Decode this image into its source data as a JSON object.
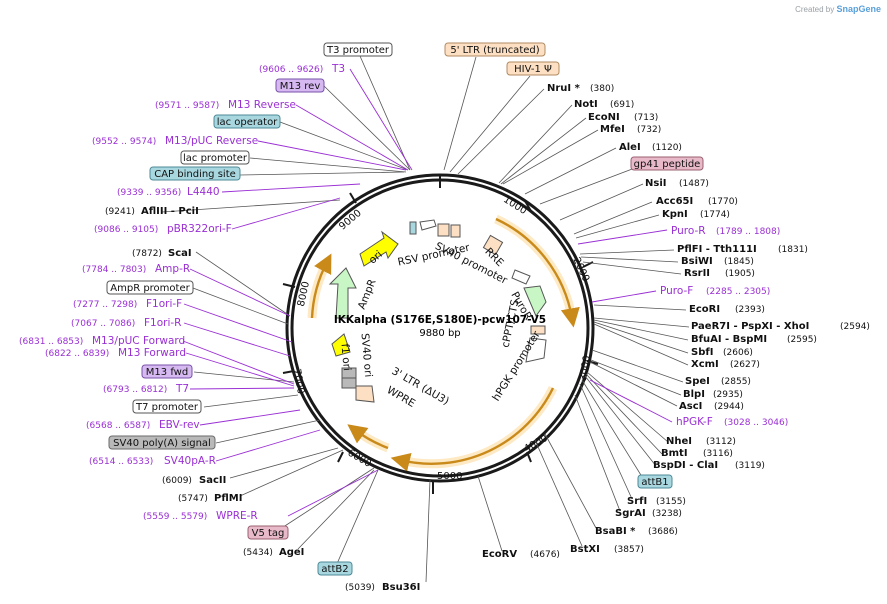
{
  "credit": {
    "prefix": "Created by",
    "brand": "SnapGene"
  },
  "plasmid": {
    "name": "IKKalpha (S176E,S180E)-pcw107-V5",
    "size_label": "9880 bp",
    "length": 9880
  },
  "colors": {
    "primer": "#9a2fd4",
    "ring": "#1a1a1a",
    "lead": "#444444"
  },
  "ticks": [
    "1000",
    "2000",
    "3000",
    "4000",
    "5000",
    "6000",
    "7000",
    "8000",
    "9000"
  ],
  "boxed_labels": [
    {
      "text": "T3 promoter",
      "fill": "#ffffff",
      "stroke": "#555555"
    },
    {
      "text": "5' LTR (truncated)",
      "fill": "#fde0c3",
      "stroke": "#b08a60"
    },
    {
      "text": "HIV-1 Ψ",
      "fill": "#fde0c3",
      "stroke": "#b08a60"
    },
    {
      "text": "M13 rev",
      "fill": "#d7b9f2",
      "stroke": "#7a52a8"
    },
    {
      "text": "lac operator",
      "fill": "#a9d7e0",
      "stroke": "#4c8a96"
    },
    {
      "text": "lac promoter",
      "fill": "#ffffff",
      "stroke": "#555555"
    },
    {
      "text": "CAP binding site",
      "fill": "#a9d7e0",
      "stroke": "#4c8a96"
    },
    {
      "text": "gp41 peptide",
      "fill": "#e8b9c8",
      "stroke": "#9a6070"
    },
    {
      "text": "AmpR promoter",
      "fill": "#ffffff",
      "stroke": "#555555"
    },
    {
      "text": "M13 fwd",
      "fill": "#d7b9f2",
      "stroke": "#7a52a8"
    },
    {
      "text": "T7 promoter",
      "fill": "#ffffff",
      "stroke": "#555555"
    },
    {
      "text": "SV40 poly(A) signal",
      "fill": "#b9b9b9",
      "stroke": "#6a6a6a"
    },
    {
      "text": "V5 tag",
      "fill": "#e8b9c8",
      "stroke": "#9a6070"
    },
    {
      "text": "attB2",
      "fill": "#a9d7e0",
      "stroke": "#4c8a96"
    },
    {
      "text": "attB1",
      "fill": "#a9d7e0",
      "stroke": "#4c8a96"
    }
  ],
  "sites": [
    {
      "name": "NruI *",
      "pos": "(380)"
    },
    {
      "name": "NotI",
      "pos": "(691)"
    },
    {
      "name": "EcoNI",
      "pos": "(713)"
    },
    {
      "name": "MfeI",
      "pos": "(732)"
    },
    {
      "name": "AleI",
      "pos": "(1120)"
    },
    {
      "name": "NsiI",
      "pos": "(1487)"
    },
    {
      "name": "Acc65I",
      "pos": "(1770)"
    },
    {
      "name": "KpnI",
      "pos": "(1774)"
    },
    {
      "name": "PflFI - Tth111I",
      "pos": "(1831)"
    },
    {
      "name": "BsiWI",
      "pos": "(1845)"
    },
    {
      "name": "RsrII",
      "pos": "(1905)"
    },
    {
      "name": "EcoRI",
      "pos": "(2393)"
    },
    {
      "name": "PaeR7I - PspXI - XhoI",
      "pos": "(2594)"
    },
    {
      "name": "BfuAI - BspMI",
      "pos": "(2595)"
    },
    {
      "name": "SbfI",
      "pos": "(2606)"
    },
    {
      "name": "XcmI",
      "pos": "(2627)"
    },
    {
      "name": "SpeI",
      "pos": "(2855)"
    },
    {
      "name": "BlpI",
      "pos": "(2935)"
    },
    {
      "name": "AscI",
      "pos": "(2944)"
    },
    {
      "name": "NheI",
      "pos": "(3112)"
    },
    {
      "name": "BmtI",
      "pos": "(3116)"
    },
    {
      "name": "BspDI - ClaI",
      "pos": "(3119)"
    },
    {
      "name": "SrfI",
      "pos": "(3155)"
    },
    {
      "name": "SgrAI",
      "pos": "(3238)"
    },
    {
      "name": "BsaBI *",
      "pos": "(3686)"
    },
    {
      "name": "BstXI",
      "pos": "(3857)"
    },
    {
      "name": "EcoRV",
      "pos": "(4676)"
    },
    {
      "name": "Bsu36I",
      "pos": "(5039)"
    },
    {
      "name": "AgeI",
      "pos": "(5434)"
    },
    {
      "name": "PflMI",
      "pos": "(5747)"
    },
    {
      "name": "SacII",
      "pos": "(6009)"
    },
    {
      "name": "ScaI",
      "pos": "(7872)"
    },
    {
      "name": "AflIII - PciI",
      "pos": "(9241)"
    }
  ],
  "primers": [
    {
      "name": "T3",
      "pos": "(9606 .. 9626)"
    },
    {
      "name": "M13 Reverse",
      "pos": "(9571 .. 9587)"
    },
    {
      "name": "M13/pUC Reverse",
      "pos": "(9552 .. 9574)"
    },
    {
      "name": "L4440",
      "pos": "(9339 .. 9356)"
    },
    {
      "name": "pBR322ori-F",
      "pos": "(9086 .. 9105)"
    },
    {
      "name": "Amp-R",
      "pos": "(7784 .. 7803)"
    },
    {
      "name": "F1ori-F",
      "pos": "(7277 .. 7298)"
    },
    {
      "name": "F1ori-R",
      "pos": "(7067 .. 7086)"
    },
    {
      "name": "M13/pUC Forward",
      "pos": "(6831 .. 6853)"
    },
    {
      "name": "M13 Forward",
      "pos": "(6822 .. 6839)"
    },
    {
      "name": "T7",
      "pos": "(6793 .. 6812)"
    },
    {
      "name": "EBV-rev",
      "pos": "(6568 .. 6587)"
    },
    {
      "name": "SV40pA-R",
      "pos": "(6514 .. 6533)"
    },
    {
      "name": "WPRE-R",
      "pos": "(5559 .. 5579)"
    },
    {
      "name": "Puro-R",
      "pos": "(1789 .. 1808)"
    },
    {
      "name": "Puro-F",
      "pos": "(2285 .. 2305)"
    },
    {
      "name": "hPGK-F",
      "pos": "(3028 .. 3046)"
    }
  ],
  "features": [
    {
      "name": "RSV promoter",
      "color": "#ffffff"
    },
    {
      "name": "SV40 promoter",
      "color": "#ffffff"
    },
    {
      "name": "RRE",
      "color": "#fde0c3"
    },
    {
      "name": "PuroR",
      "color": "#c8f7c5"
    },
    {
      "name": "cPPT/CTS",
      "color": "#fde0c3"
    },
    {
      "name": "hPGK promoter",
      "color": "#ffffff"
    },
    {
      "name": "3' LTR (ΔU3)",
      "color": "#fde0c3"
    },
    {
      "name": "WPRE",
      "color": "#b9b9b9"
    },
    {
      "name": "SV40 ori",
      "color": "#ffffff"
    },
    {
      "name": "f1 ori",
      "color": "#b9b9b9"
    },
    {
      "name": "AmpR",
      "color": "#c8f7c5"
    },
    {
      "name": "ori",
      "color": "#ffff55"
    }
  ]
}
